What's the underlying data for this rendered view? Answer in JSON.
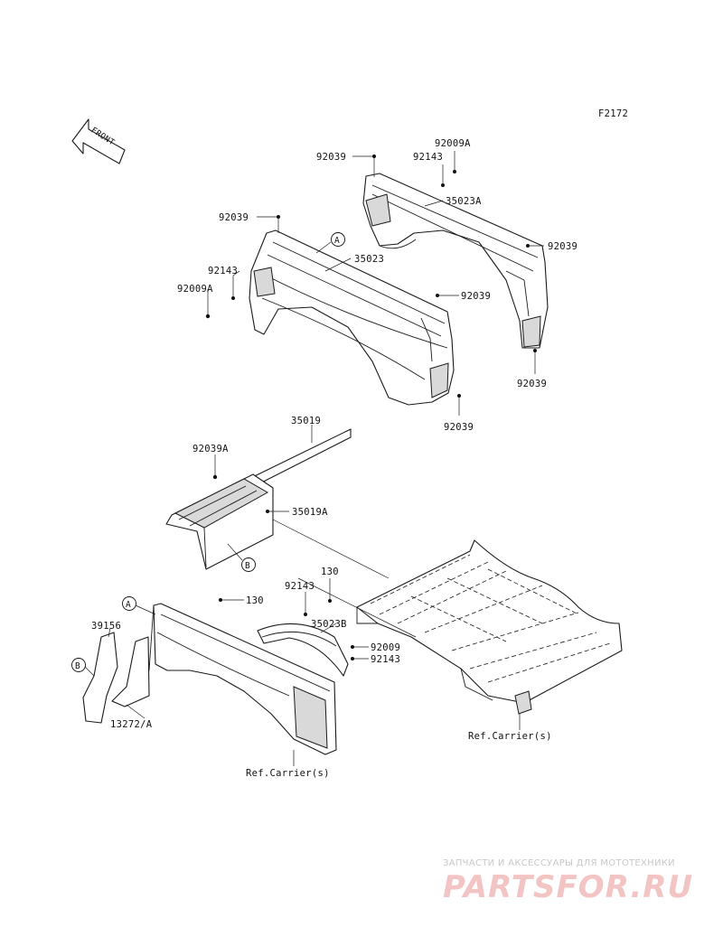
{
  "figure_code": "F2172",
  "front_label": "FRONT",
  "ref_markers": {
    "a": "A",
    "b": "B"
  },
  "labels": {
    "n92039": "92039",
    "n92009A": "92009A",
    "n92143": "92143",
    "n35023A": "35023A",
    "n35023": "35023",
    "n35019": "35019",
    "n92039A": "92039A",
    "n35019A": "35019A",
    "n130": "130",
    "n35023B": "35023B",
    "n92009": "92009",
    "n39156": "39156",
    "n13272A": "13272/A",
    "ref_carrier": "Ref.Carrier(s)"
  },
  "watermark": {
    "tagline": "ЗАПЧАСТИ И АКСЕССУАРЫ ДЛЯ МОТОТЕХНИКИ",
    "brand": "PARTSFOR.RU"
  }
}
